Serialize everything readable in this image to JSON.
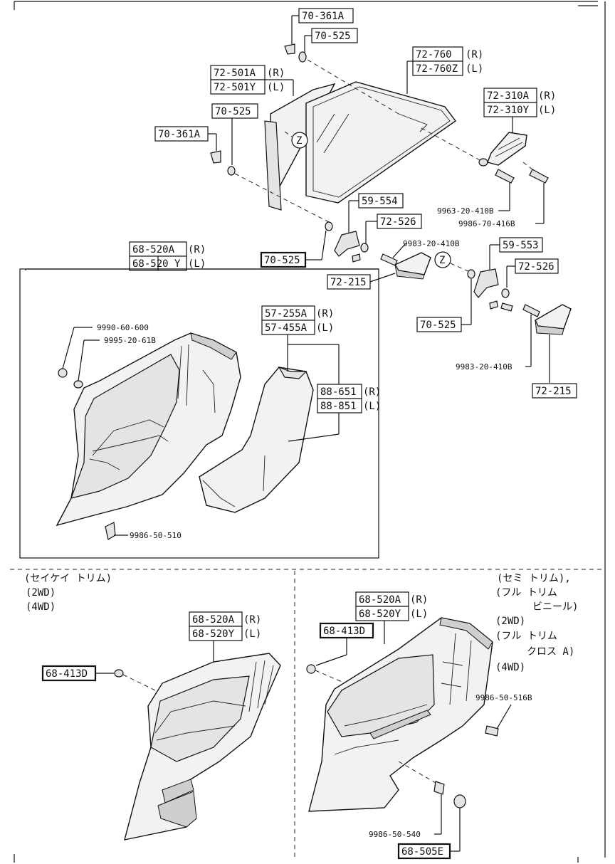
{
  "labels": {
    "l70361A_top": "70-361A",
    "l70525_top": "70-525",
    "l72760": "72-760",
    "l72760_R": "(R)",
    "l72760Z": "72-760Z",
    "l72760Z_L": "(L)",
    "l72501A": "72-501A",
    "l72501A_R": "(R)",
    "l72501Y": "72-501Y",
    "l72501Y_L": "(L)",
    "l70525_mid": "70-525",
    "l70361A_mid": "70-361A",
    "l72310A": "72-310A",
    "l72310A_R": "(R)",
    "l72310Y": "72-310Y",
    "l72310Y_L": "(L)",
    "b9963": "9963-20-410B",
    "b9986_70": "9986-70-416B",
    "l59554": "59-554",
    "l72526_a": "72-526",
    "b9983_a": "9983-20-410B",
    "l70525_bold": "70-525",
    "l72215_a": "72-215",
    "z_mark": "Z",
    "l59553": "59-553",
    "l72526_b": "72-526",
    "l70525_c": "70-525",
    "b9983_b": "9983-20-410B",
    "l72215_b": "72-215",
    "l68520A": "68-520A",
    "l68520A_R": "(R)",
    "l68520Y": "68-520 Y",
    "l68520Y_L": "(L)",
    "b9990": "9990-60-600",
    "b9995": "9995-20-61B",
    "l57255A": "57-255A",
    "l57255A_R": "(R)",
    "l57455A": "57-455A",
    "l57455A_L": "(L)",
    "l88651": "88-651",
    "l88651_R": "(R)",
    "l88851": "88-851",
    "l88851_L": "(L)",
    "b9986_50_510": "9986-50-510",
    "jp_left_1": "(セイケイ トリム)",
    "jp_left_2": "(2WD)",
    "jp_left_3": "(4WD)",
    "l68520A_bl": "68-520A",
    "l68520A_bl_R": "(R)",
    "l68520Y_bl": "68-520Y",
    "l68520Y_bl_L": "(L)",
    "l68413D_bl": "68-413D",
    "jp_right_1": "(セミ トリム),",
    "jp_right_2": "(フル トリム",
    "jp_right_3": "ビニール)",
    "jp_right_4": "(2WD)",
    "jp_right_5": "(フル トリム",
    "jp_right_6": "クロス A)",
    "jp_right_7": "(4WD)",
    "l68520A_br": "68-520A",
    "l68520A_br_R": "(R)",
    "l68520Y_br": "68-520Y",
    "l68520Y_br_L": "(L)",
    "l68413D_br": "68-413D",
    "b9986_50_516": "9986-50-516B",
    "b9986_50_540": "9986-50-540",
    "l68505E": "68-505E"
  }
}
